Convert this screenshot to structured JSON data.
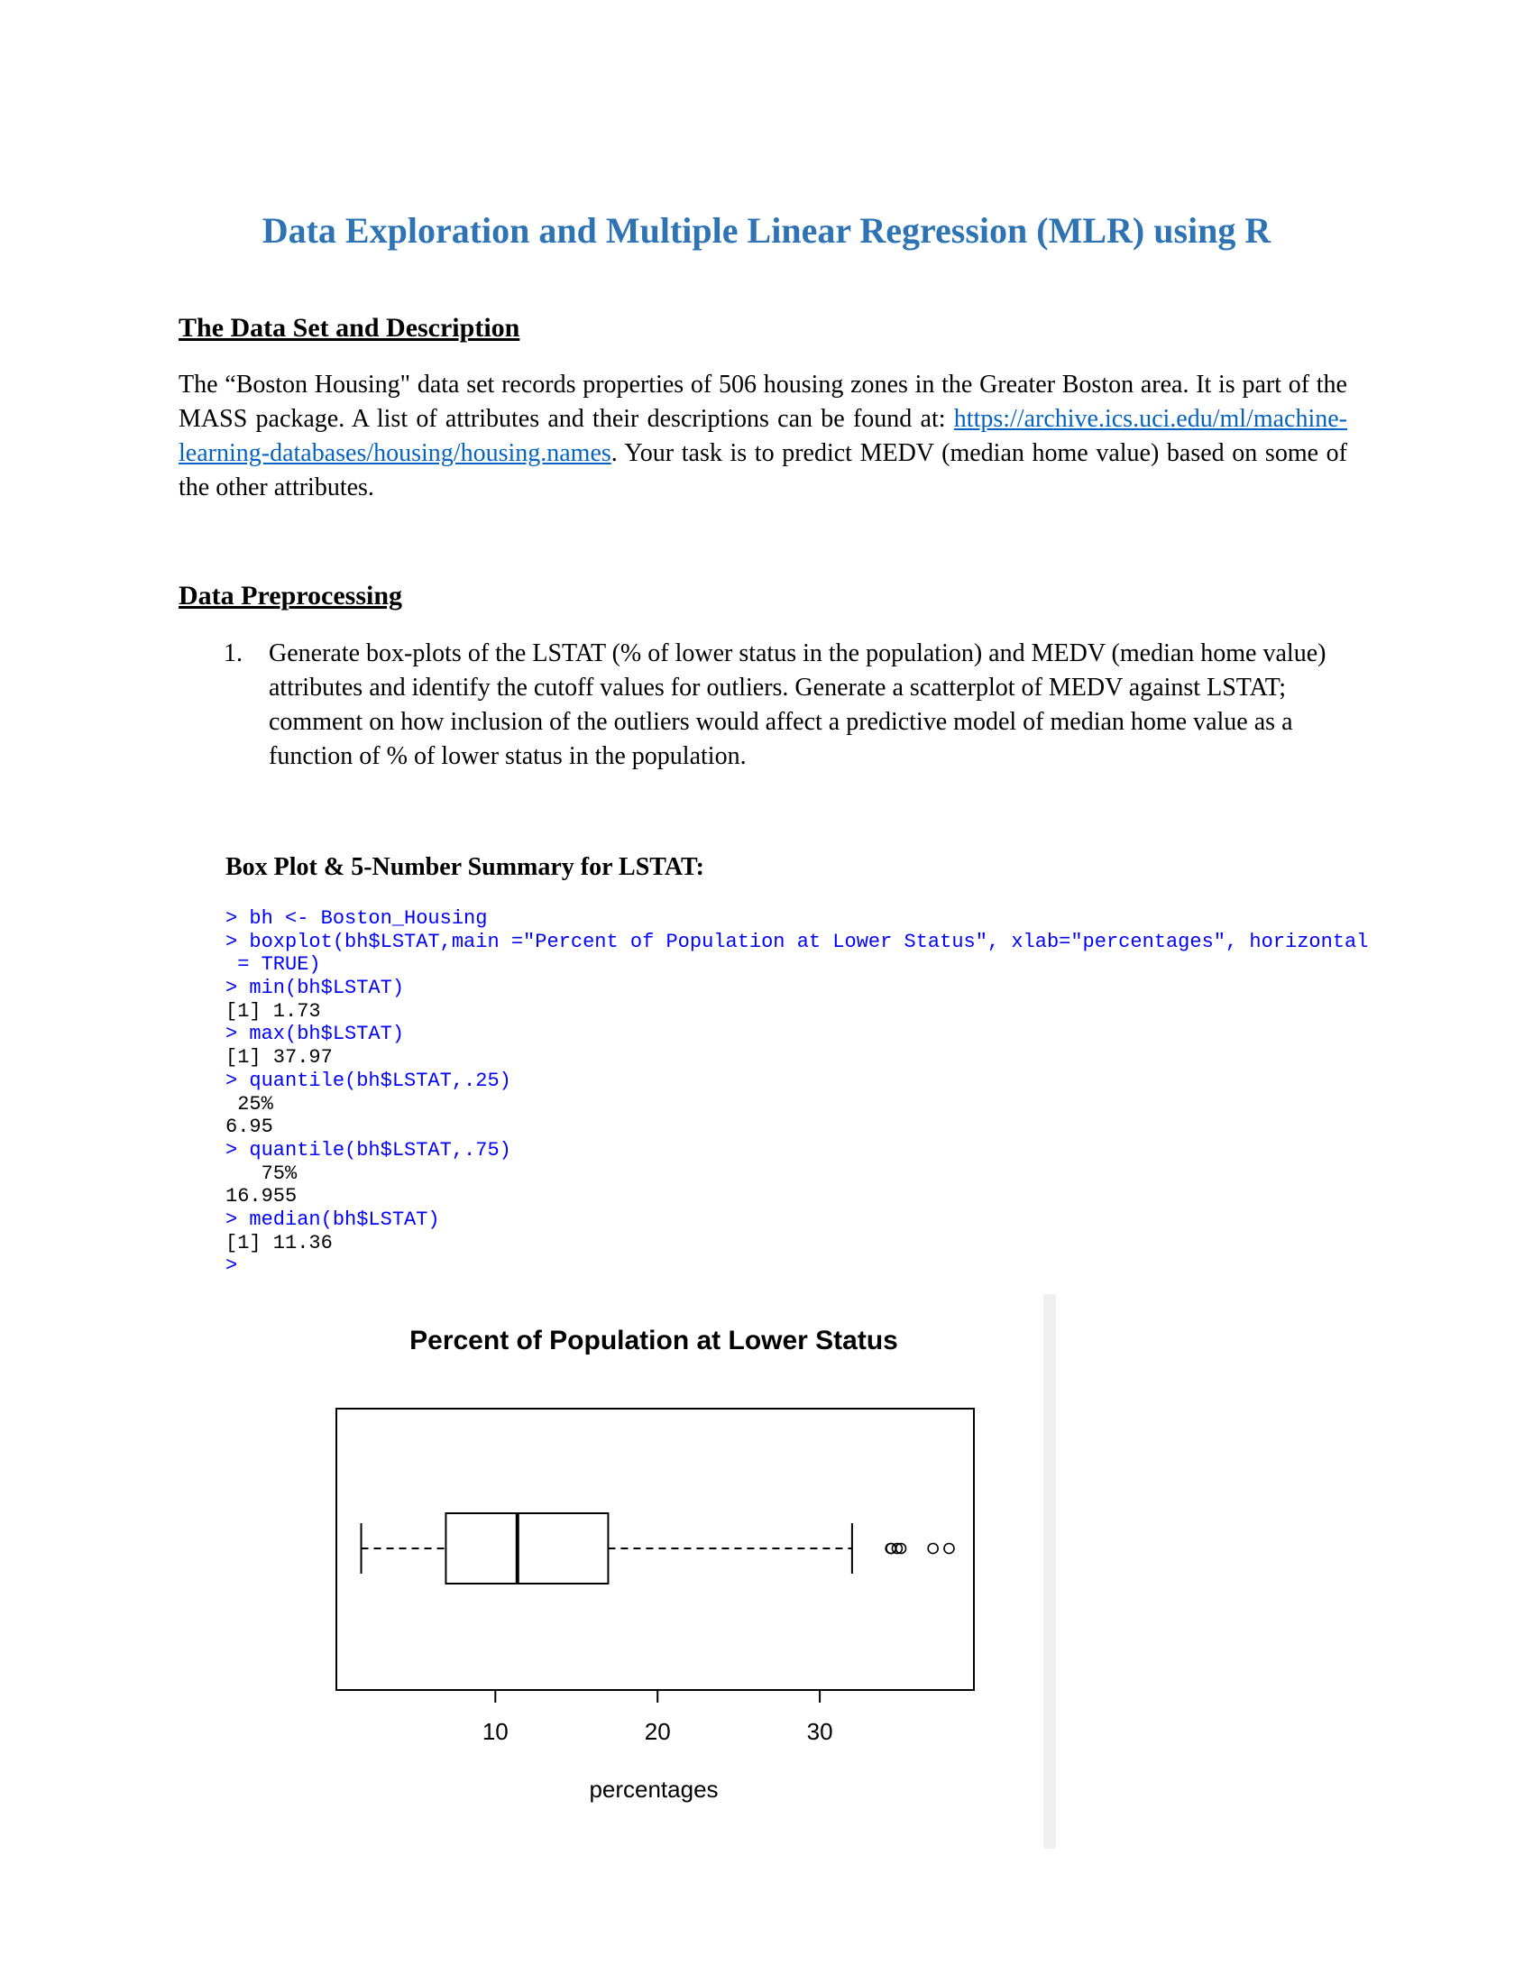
{
  "title": "Data Exploration and Multiple Linear Regression (MLR) using R",
  "section1": {
    "heading": "The Data Set and Description",
    "para_part1": "The “Boston Housing\" data set records properties of 506 housing zones in the Greater Boston area. It is part of the MASS package. A list of attributes and their descriptions can be found at: ",
    "link": "https://archive.ics.uci.edu/ml/machine-learning-databases/housing/housing.names",
    "para_part2": ". Your task is to predict MEDV (median home value) based on some of the other attributes."
  },
  "section2": {
    "heading": "Data Preprocessing",
    "items": [
      {
        "number": "1.",
        "text": "Generate box-plots of the LSTAT (% of lower status in the population) and MEDV (median home value) attributes and identify the cutoff values for outliers. Generate a scatterplot of MEDV against LSTAT; comment on how inclusion of the outliers would affect a predictive model of median home value as a function of % of lower status in the population."
      }
    ]
  },
  "subheading": "Box Plot & 5-Number Summary for LSTAT:",
  "console": {
    "lines": [
      {
        "text": "> bh <- Boston_Housing",
        "kind": "cmd"
      },
      {
        "text": "> boxplot(bh$LSTAT,main =\"Percent of Population at Lower Status\", xlab=\"percentages\", horizontal",
        "kind": "cmd"
      },
      {
        "text": " = TRUE)",
        "kind": "cmd"
      },
      {
        "text": "> min(bh$LSTAT)",
        "kind": "cmd"
      },
      {
        "text": "[1] 1.73",
        "kind": "out"
      },
      {
        "text": "> max(bh$LSTAT)",
        "kind": "cmd"
      },
      {
        "text": "[1] 37.97",
        "kind": "out"
      },
      {
        "text": "> quantile(bh$LSTAT,.25)",
        "kind": "cmd"
      },
      {
        "text": " 25%",
        "kind": "out"
      },
      {
        "text": "6.95",
        "kind": "out"
      },
      {
        "text": "> quantile(bh$LSTAT,.75)",
        "kind": "cmd"
      },
      {
        "text": "   75%",
        "kind": "out"
      },
      {
        "text": "16.955",
        "kind": "out"
      },
      {
        "text": "> median(bh$LSTAT)",
        "kind": "cmd"
      },
      {
        "text": "[1] 11.36",
        "kind": "out"
      },
      {
        "text": ">",
        "kind": "cmd"
      }
    ]
  },
  "chart_data": {
    "type": "boxplot",
    "orientation": "horizontal",
    "title": "Percent of Population at Lower Status",
    "xlabel": "percentages",
    "ylabel": "",
    "xlim": [
      0.2,
      39.5
    ],
    "ticks": [
      10,
      20,
      30
    ],
    "tick_labels": [
      "10",
      "20",
      "30"
    ],
    "whisker_low": 1.73,
    "q1": 6.95,
    "median": 11.36,
    "q3": 16.955,
    "whisker_high": 31.99,
    "outliers": [
      34.37,
      34.41,
      34.77,
      35.0,
      36.98,
      37.97
    ],
    "grid": false
  }
}
